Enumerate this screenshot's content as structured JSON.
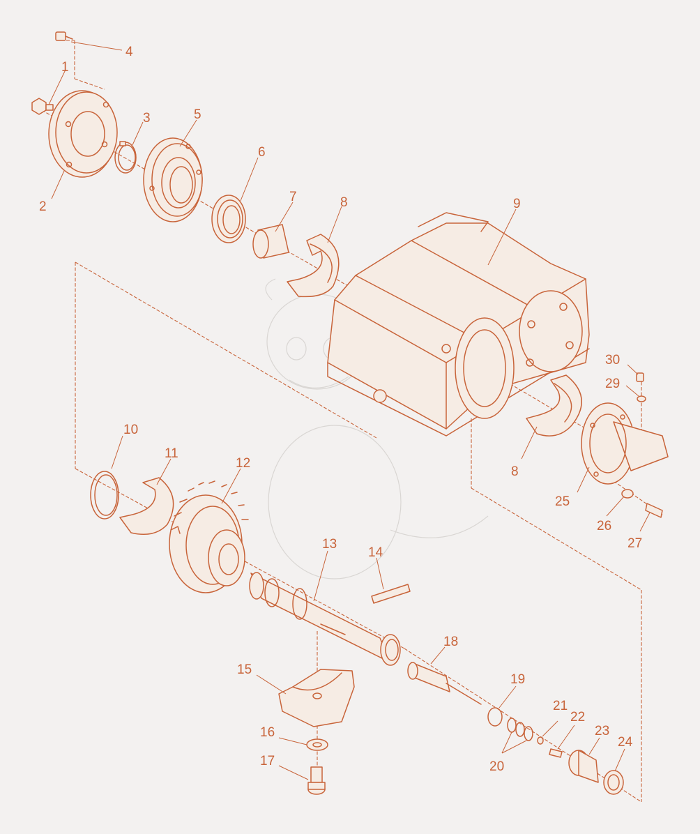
{
  "diagram": {
    "callouts": [
      "1",
      "2",
      "3",
      "4",
      "5",
      "6",
      "7",
      "8",
      "8",
      "9",
      "10",
      "11",
      "12",
      "13",
      "14",
      "15",
      "16",
      "17",
      "18",
      "19",
      "20",
      "21",
      "22",
      "23",
      "24",
      "25",
      "26",
      "27",
      "29",
      "30"
    ]
  },
  "colors": {
    "ink": "#c8643a",
    "background": "#f3f1f0",
    "watermark": "#d9d6d3"
  }
}
